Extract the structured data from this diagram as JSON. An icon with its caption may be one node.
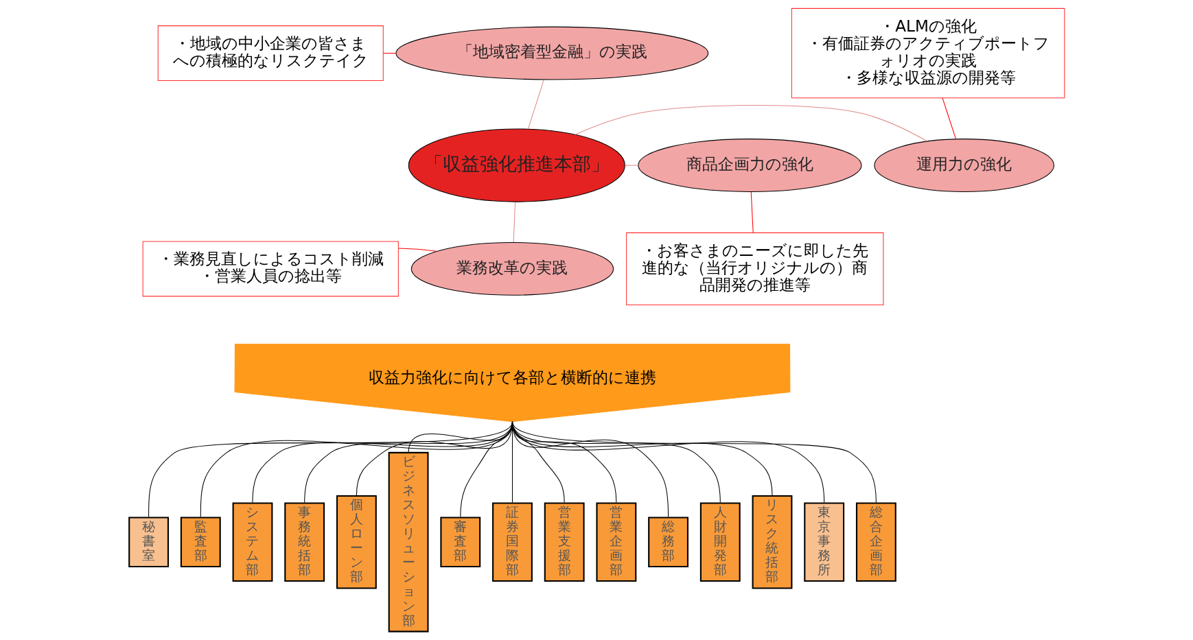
{
  "diagram": {
    "nodes": [
      {
        "text": [
          "「収益強化推進本部」"
        ]
      },
      {
        "text": [
          "「地域密着型金融」の実践"
        ]
      },
      {
        "text": [
          "運用力の強化"
        ]
      },
      {
        "text": [
          "商品企画力の強化"
        ]
      },
      {
        "text": [
          "業務改革の実践"
        ]
      },
      {
        "text": [
          "・地域の中小企業の皆さまへの積極的なリスクテイク"
        ]
      },
      {
        "text": [
          "・ALMの強化",
          "・有価証券のアクティブポートフォリオの実践",
          "・多様な収益源の開発等"
        ]
      },
      {
        "text": [
          "・お客さまのニーズに即した先進的な（当行オリジナルの）商品開発の推進等"
        ]
      },
      {
        "text": [
          "・業務見直しによるコスト削減",
          "・営業人員の捻出等"
        ]
      },
      {
        "text": [
          "収益力強化に向けて各部と横断的に連携"
        ]
      },
      {
        "text": [
          "秘書室"
        ]
      },
      {
        "text": [
          "監査部"
        ]
      },
      {
        "text": [
          "システム部"
        ]
      },
      {
        "text": [
          "事務統括部"
        ]
      },
      {
        "text": [
          "個人ローン部"
        ]
      },
      {
        "text": [
          "ビジネスソリューション部"
        ]
      },
      {
        "text": [
          "審査部"
        ]
      },
      {
        "text": [
          "証券国際部"
        ]
      },
      {
        "text": [
          "営業支援部"
        ]
      },
      {
        "text": [
          "営業企画部"
        ]
      },
      {
        "text": [
          "総務部"
        ]
      },
      {
        "text": [
          "人財開発部"
        ]
      },
      {
        "text": [
          "リスク統括部"
        ]
      },
      {
        "text": [
          "東京事務所"
        ]
      },
      {
        "text": [
          "総合企画部"
        ]
      }
    ],
    "edges": [
      {
        "from": 0,
        "to": 1,
        "arrow": "none",
        "color": "#e08a8a"
      },
      {
        "from": 0,
        "to": 2,
        "arrow": "none",
        "color": "#e08a8a"
      },
      {
        "from": 0,
        "to": 3,
        "arrow": "none",
        "color": "#e08a8a"
      },
      {
        "from": 0,
        "to": 4,
        "arrow": "none",
        "color": "#e08a8a"
      },
      {
        "from": 5,
        "to": 1,
        "arrow": "none",
        "color": "#ff0000"
      },
      {
        "from": 6,
        "to": 2,
        "arrow": "none",
        "color": "#ff0000"
      },
      {
        "from": 7,
        "to": 3,
        "arrow": "none",
        "color": "#ff0000"
      },
      {
        "from": 8,
        "to": 4,
        "arrow": "none",
        "color": "#ff0000"
      },
      {
        "from": 9,
        "to": 10,
        "arrow": "none"
      },
      {
        "from": 9,
        "to": 11,
        "arrow": "none"
      },
      {
        "from": 9,
        "to": 12,
        "arrow": "none"
      },
      {
        "from": 9,
        "to": 13,
        "arrow": "none"
      },
      {
        "from": 9,
        "to": 14,
        "arrow": "none"
      },
      {
        "from": 9,
        "to": 15,
        "arrow": "none"
      },
      {
        "from": 9,
        "to": 16,
        "arrow": "none"
      },
      {
        "from": 9,
        "to": 17,
        "arrow": "none"
      },
      {
        "from": 9,
        "to": 18,
        "arrow": "none"
      },
      {
        "from": 9,
        "to": 19,
        "arrow": "none"
      },
      {
        "from": 9,
        "to": 20,
        "arrow": "none"
      },
      {
        "from": 9,
        "to": 21,
        "arrow": "none"
      },
      {
        "from": 9,
        "to": 22,
        "arrow": "none"
      },
      {
        "from": 9,
        "to": 23,
        "arrow": "none"
      },
      {
        "from": 9,
        "to": 24,
        "arrow": "none"
      }
    ]
  }
}
